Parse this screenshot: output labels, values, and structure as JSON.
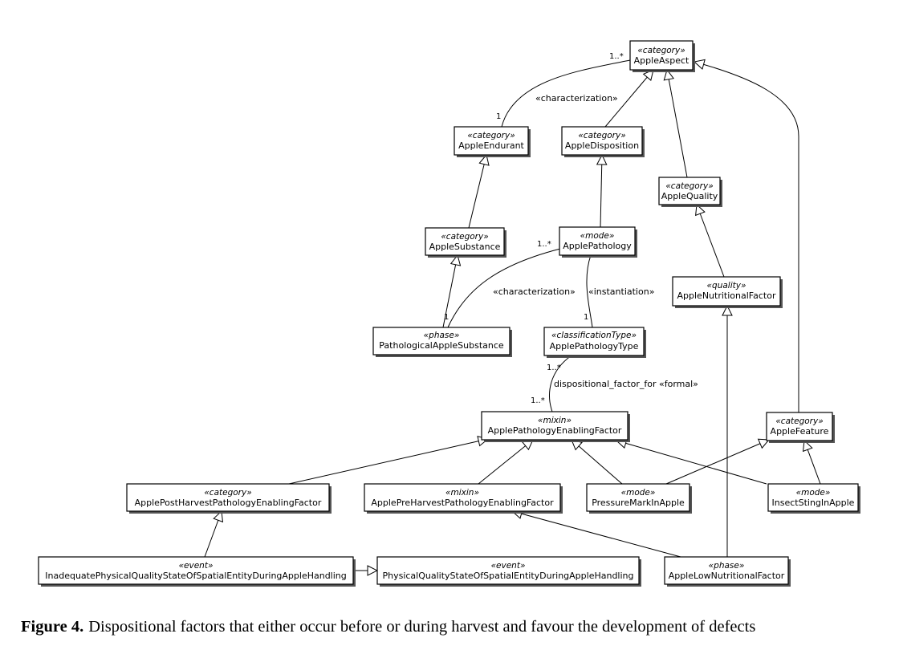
{
  "diagram": {
    "classes": {
      "aspect": {
        "stereotype": "«category»",
        "name": "AppleAspect"
      },
      "endurant": {
        "stereotype": "«category»",
        "name": "AppleEndurant"
      },
      "disposition": {
        "stereotype": "«category»",
        "name": "AppleDisposition"
      },
      "quality": {
        "stereotype": "«category»",
        "name": "AppleQuality"
      },
      "substance": {
        "stereotype": "«category»",
        "name": "AppleSubstance"
      },
      "pathology": {
        "stereotype": "«mode»",
        "name": "ApplePathology"
      },
      "nutritional": {
        "stereotype": "«quality»",
        "name": "AppleNutritionalFactor"
      },
      "pathsub": {
        "stereotype": "«phase»",
        "name": "PathologicalAppleSubstance"
      },
      "pathtype": {
        "stereotype": "«classificationType»",
        "name": "ApplePathologyType"
      },
      "enabling": {
        "stereotype": "«mixin»",
        "name": "ApplePathologyEnablingFactor"
      },
      "feature": {
        "stereotype": "«category»",
        "name": "AppleFeature"
      },
      "postharvest": {
        "stereotype": "«category»",
        "name": "ApplePostHarvestPathologyEnablingFactor"
      },
      "preharvest": {
        "stereotype": "«mixin»",
        "name": "ApplePreHarvestPathologyEnablingFactor"
      },
      "pressure": {
        "stereotype": "«mode»",
        "name": "PressureMarkInApple"
      },
      "insect": {
        "stereotype": "«mode»",
        "name": "InsectStingInApple"
      },
      "inadequate": {
        "stereotype": "«event»",
        "name": "InadequatePhysicalQualityStateOfSpatialEntityDuringAppleHandling"
      },
      "physical": {
        "stereotype": "«event»",
        "name": "PhysicalQualityStateOfSpatialEntityDuringAppleHandling"
      },
      "lownutri": {
        "stereotype": "«phase»",
        "name": "AppleLowNutritionalFactor"
      }
    },
    "associations": {
      "char1": {
        "label": "«characterization»",
        "mult_source": "1..*",
        "mult_target": "1"
      },
      "char2": {
        "label": "«characterization»",
        "mult_source": "1..*",
        "mult_target": "1"
      },
      "inst": {
        "label": "«instantiation»",
        "mult_target": "1"
      },
      "disp": {
        "label": "dispositional_factor_for «formal»",
        "mult_source": "1..*",
        "mult_target": "1..*"
      }
    }
  },
  "caption": {
    "label": "Figure 4.",
    "text": "Dispositional factors that either occur before or during harvest and favour the development of defects"
  }
}
